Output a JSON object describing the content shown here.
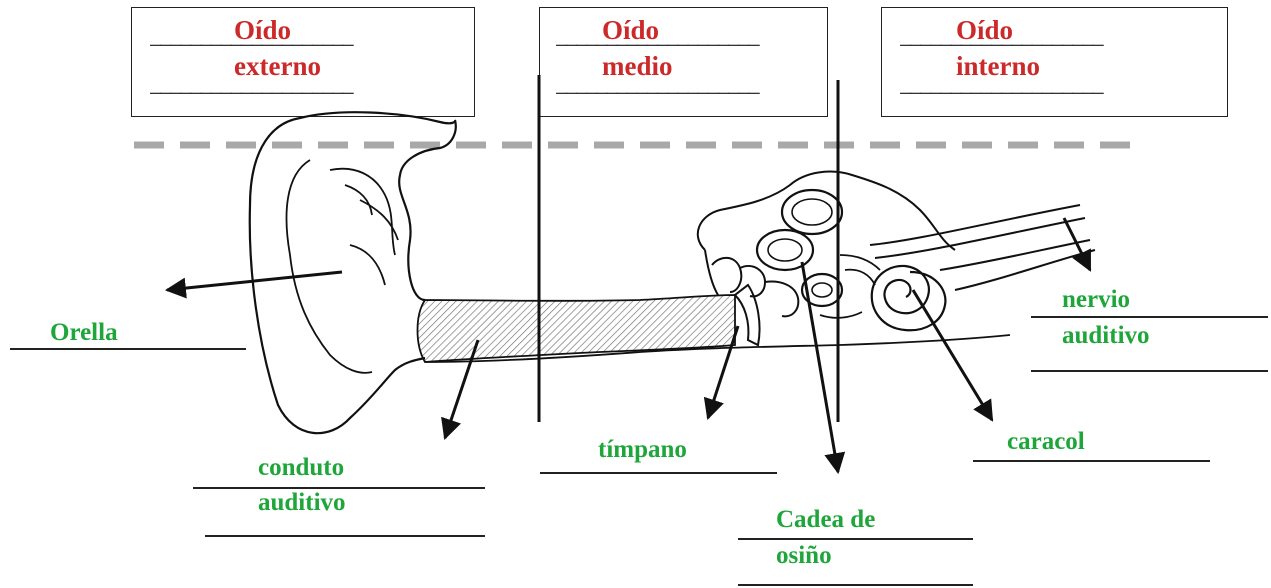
{
  "colors": {
    "heading": "#cc2a2a",
    "label": "#1ea63a",
    "ink": "#111111",
    "dash": "#a8a8a8"
  },
  "sections": [
    {
      "line1": "Oído",
      "line2": "externo"
    },
    {
      "line1": "Oído",
      "line2": "medio"
    },
    {
      "line1": "Oído",
      "line2": "interno"
    }
  ],
  "blank_line": "____________________",
  "labels": {
    "orella": "Orella",
    "conduto_1": "conduto",
    "conduto_2": "auditivo",
    "timpano": "tímpano",
    "cadea_1": "Cadea de",
    "cadea_2": "osiño",
    "caracol": "caracol",
    "nervio_1": "nervio",
    "nervio_2": "auditivo"
  }
}
